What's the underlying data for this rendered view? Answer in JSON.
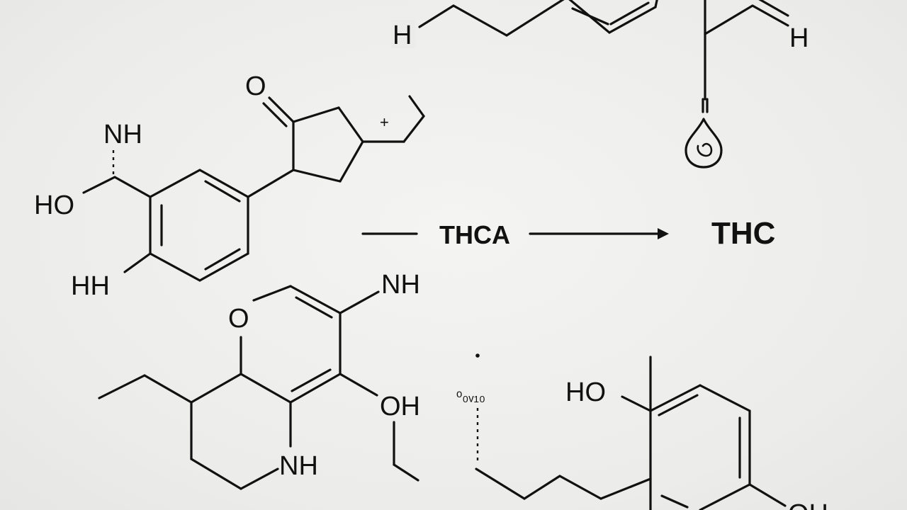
{
  "reaction": {
    "reactant": "THCA",
    "product": "THC"
  },
  "labels": {
    "top_left_h": "H",
    "top_right_h": "H",
    "left_ring_o": "O",
    "left_ring_nh": "NH",
    "left_ring_ho": "HO",
    "left_ring_hh": "HH",
    "plus_charge": "+",
    "bottom_o": "O",
    "bottom_nh_top": "NH",
    "bottom_oh": "OH",
    "bottom_nh_ring": "NH",
    "garbled_mark": "ᵒ₀ᵥ₁₀",
    "bottom_right_ho": "HO",
    "bottom_right_oh": "OH"
  }
}
